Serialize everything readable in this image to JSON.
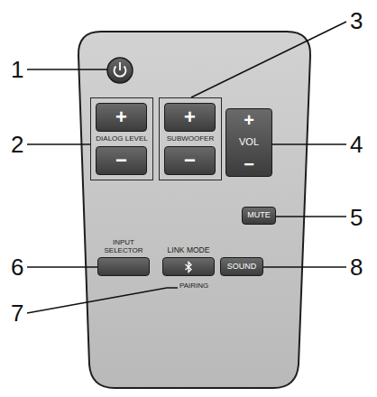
{
  "diagram": {
    "nodes": [
      {
        "text": [
          "DIALOG LEVEL"
        ]
      },
      {
        "text": [
          "+"
        ],
        "in": 0
      },
      {
        "text": [
          "−"
        ],
        "in": 0
      },
      {
        "text": [
          "SUBWOOFER"
        ]
      },
      {
        "text": [
          "+"
        ],
        "in": 3
      },
      {
        "text": [
          "−"
        ],
        "in": 3
      },
      {
        "text": [
          "+",
          "VOL",
          "−"
        ]
      },
      {
        "text": [
          "MUTE"
        ]
      },
      {
        "text": [
          "INPUT SELECTOR"
        ]
      },
      {
        "text": [
          "LINK MODE",
          "PAIRING"
        ]
      },
      {
        "text": [
          "SOUND"
        ]
      }
    ],
    "labels": [
      "1",
      "2",
      "3",
      "4",
      "5",
      "6",
      "7",
      "8"
    ]
  }
}
